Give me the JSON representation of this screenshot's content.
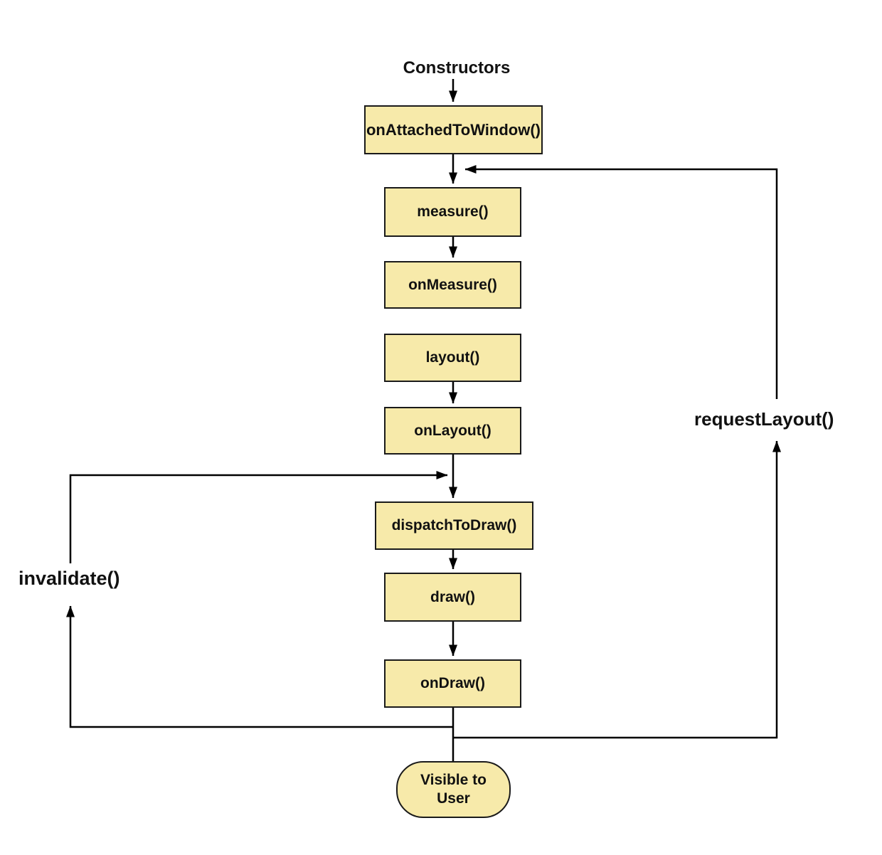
{
  "diagram": {
    "entry_label": "Constructors",
    "nodes": [
      {
        "label": "onAttachedToWindow()"
      },
      {
        "label": "measure()"
      },
      {
        "label": "onMeasure()"
      },
      {
        "label": "layout()"
      },
      {
        "label": "onLayout()"
      },
      {
        "label": "dispatchToDraw()"
      },
      {
        "label": "draw()"
      },
      {
        "label": "onDraw()"
      },
      {
        "label": "Visible to User"
      }
    ],
    "loop_labels": {
      "invalidate": "invalidate()",
      "request_layout": "requestLayout()"
    },
    "colors": {
      "node_fill": "#F7EAAA",
      "node_border": "#1A1A1A",
      "connector": "#000000",
      "text": "#111111",
      "background": "#FFFFFF"
    }
  }
}
